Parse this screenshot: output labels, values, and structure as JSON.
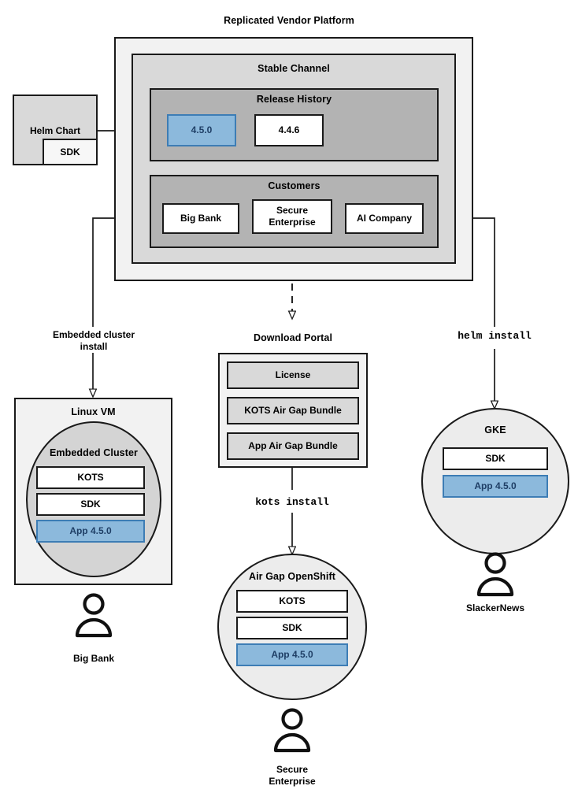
{
  "diagram": {
    "title": "Replicated Vendor Platform",
    "type": "architecture-flow"
  },
  "platform": {
    "title": "Replicated Vendor Platform",
    "channel": {
      "title": "Stable Channel",
      "release_history": {
        "title": "Release History",
        "releases": [
          {
            "version": "4.5.0",
            "state": "current",
            "fill": "#8cb9dc",
            "stroke": "#3d7db5",
            "text_color": "#1f3f66"
          },
          {
            "version": "4.4.6",
            "state": "previous",
            "fill": "#ffffff",
            "stroke": "#1a1a1a",
            "text_color": "#000000"
          }
        ]
      },
      "customers": {
        "title": "Customers",
        "items": [
          {
            "name": "Big Bank"
          },
          {
            "name": "Secure\nEnterprise",
            "line1": "Secure",
            "line2": "Enterprise"
          },
          {
            "name": "AI Company"
          }
        ]
      }
    }
  },
  "source": {
    "helm_chart": {
      "label": "Helm Chart",
      "sdk_label": "SDK"
    }
  },
  "download_portal": {
    "title": "Download Portal",
    "artifacts": [
      {
        "label": "License"
      },
      {
        "label": "KOTS Air Gap Bundle"
      },
      {
        "label": "App Air Gap Bundle"
      }
    ]
  },
  "edges": {
    "helm_to_release": {
      "label": "",
      "style": "solid-arrow"
    },
    "bigbank_to_linuxvm": {
      "line1": "Embedded cluster",
      "line2": "install",
      "style": "solid-arrow"
    },
    "secure_to_portal": {
      "label": "",
      "style": "dashed-arrow"
    },
    "portal_to_openshift": {
      "label": "kots install",
      "style": "solid-arrow",
      "font": "mono"
    },
    "aicompany_to_gke": {
      "label": "helm install",
      "style": "solid-arrow",
      "font": "mono"
    }
  },
  "targets": [
    {
      "id": "linux-vm",
      "shape": "rect",
      "title": "Linux VM",
      "inner": {
        "shape": "ellipse",
        "title": "Embedded Cluster",
        "components": [
          {
            "label": "KOTS",
            "fill": "#ffffff"
          },
          {
            "label": "SDK",
            "fill": "#ffffff"
          },
          {
            "label": "App 4.5.0",
            "fill": "#8cb9dc"
          }
        ]
      },
      "actor": "Big Bank"
    },
    {
      "id": "air-gap-openshift",
      "shape": "ellipse",
      "title": "Air Gap OpenShift",
      "components": [
        {
          "label": "KOTS",
          "fill": "#ffffff"
        },
        {
          "label": "SDK",
          "fill": "#ffffff"
        },
        {
          "label": "App 4.5.0",
          "fill": "#8cb9dc"
        }
      ],
      "actor_line1": "Secure",
      "actor_line2": "Enterprise"
    },
    {
      "id": "gke",
      "shape": "ellipse",
      "title": "GKE",
      "components": [
        {
          "label": "SDK",
          "fill": "#ffffff"
        },
        {
          "label": "App 4.5.0",
          "fill": "#8cb9dc"
        }
      ],
      "actor": "SlackerNews"
    }
  ],
  "colors": {
    "stroke": "#1a1a1a",
    "outer_fill": "#f2f2f2",
    "channel_fill": "#d9d9d9",
    "section_fill": "#b3b3b3",
    "ellipse_fill": "#ececec",
    "ellipse_inner_fill": "#d4d4d4",
    "accent_blue_fill": "#8cb9dc",
    "accent_blue_stroke": "#3d7db5",
    "accent_blue_text": "#1f3f66"
  }
}
